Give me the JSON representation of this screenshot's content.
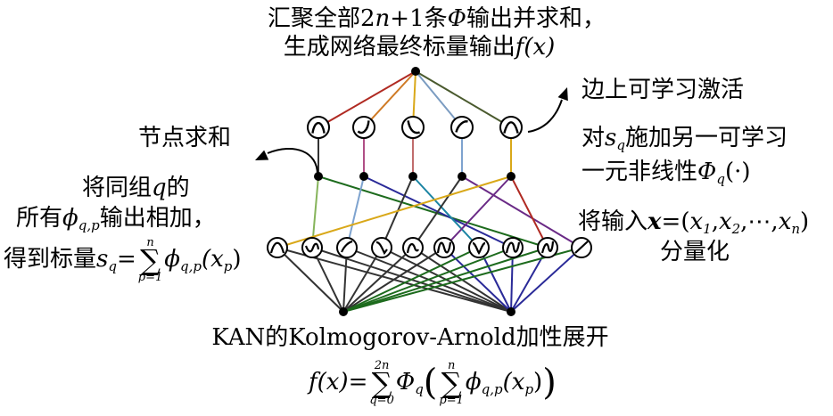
{
  "title": {
    "line1_a": "汇聚全部2",
    "line1_n": "n",
    "line1_b": "+1条",
    "line1_phi": "Φ",
    "line1_c": "输出并求和，",
    "line2_a": "生成网络最终标量输出",
    "line2_f": "f(x)"
  },
  "node_sum_label": "节点求和",
  "edge_label": {
    "line1": "边上可学习激活",
    "line2_a": "对",
    "line2_s": "s",
    "line2_q": "q",
    "line2_b": "施加另一可学习",
    "line3_a": "一元非线性",
    "line3_phi": "Φ",
    "line3_q": "q",
    "line3_b": "(·)"
  },
  "group_label": {
    "line1_a": "将同组",
    "line1_q": "q",
    "line1_b": "的",
    "line2_a": "所有",
    "line2_phi": "ϕ",
    "line2_sub": "q,p",
    "line2_b": "输出相加，",
    "line3_a": "得到标量",
    "line3_s": "s",
    "line3_sub": "q",
    "line3_eq": "=",
    "line3_sum_top": "n",
    "line3_sum_bottom": "p=1",
    "line3_phi": "ϕ",
    "line3_phi_sub": "q,p",
    "line3_arg_a": "(x",
    "line3_arg_sub": "p",
    "line3_arg_b": ")"
  },
  "input_label": {
    "line1_a": "将输入",
    "line1_x": "x",
    "line1_eq": "=(",
    "x1": "x",
    "s1": "1",
    "x2": "x",
    "s2": "2",
    "dots": ",⋯,",
    "xn": "x",
    "sn": "n",
    "line1_end": ")",
    "line2": "分量化"
  },
  "formula": {
    "heading": "KAN的Kolmogorov-Arnold加性展开",
    "f": "f(x)=",
    "sum1_top": "2n",
    "sum1_bottom": "q=0",
    "Phi": "Φ",
    "Phi_sub": "q",
    "sum2_top": "n",
    "sum2_bottom": "p=1",
    "phi": "ϕ",
    "phi_sub": "q,p",
    "arg_a": "(x",
    "arg_sub": "p",
    "arg_b": ")"
  },
  "colors": {
    "red": "#b02a22",
    "orange": "#cf7a25",
    "gold": "#d9a819",
    "olive": "#4a5a2e",
    "pink": "#b04f86",
    "rose": "#c06c6c",
    "steel": "#7b9cc1",
    "green": "#86b45b",
    "lightblue": "#7ea3cf",
    "black": "#333333",
    "teal": "#1b84a3",
    "darkgreen": "#1d6b1d",
    "purple": "#6a2a86",
    "navy": "#2a2a98"
  }
}
